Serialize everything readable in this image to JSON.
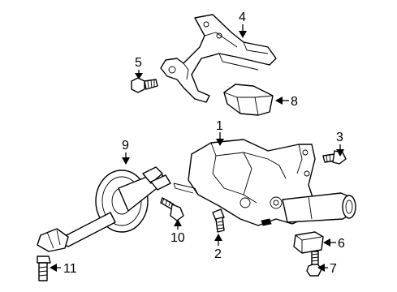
{
  "callouts": [
    {
      "id": "1",
      "label": "1"
    },
    {
      "id": "2",
      "label": "2"
    },
    {
      "id": "3",
      "label": "3"
    },
    {
      "id": "4",
      "label": "4"
    },
    {
      "id": "5",
      "label": "5"
    },
    {
      "id": "6",
      "label": "6"
    },
    {
      "id": "7",
      "label": "7"
    },
    {
      "id": "8",
      "label": "8"
    },
    {
      "id": "9",
      "label": "9"
    },
    {
      "id": "10",
      "label": "10"
    },
    {
      "id": "11",
      "label": "11"
    }
  ],
  "colors": {
    "line": "#000000",
    "background": "#ffffff"
  }
}
